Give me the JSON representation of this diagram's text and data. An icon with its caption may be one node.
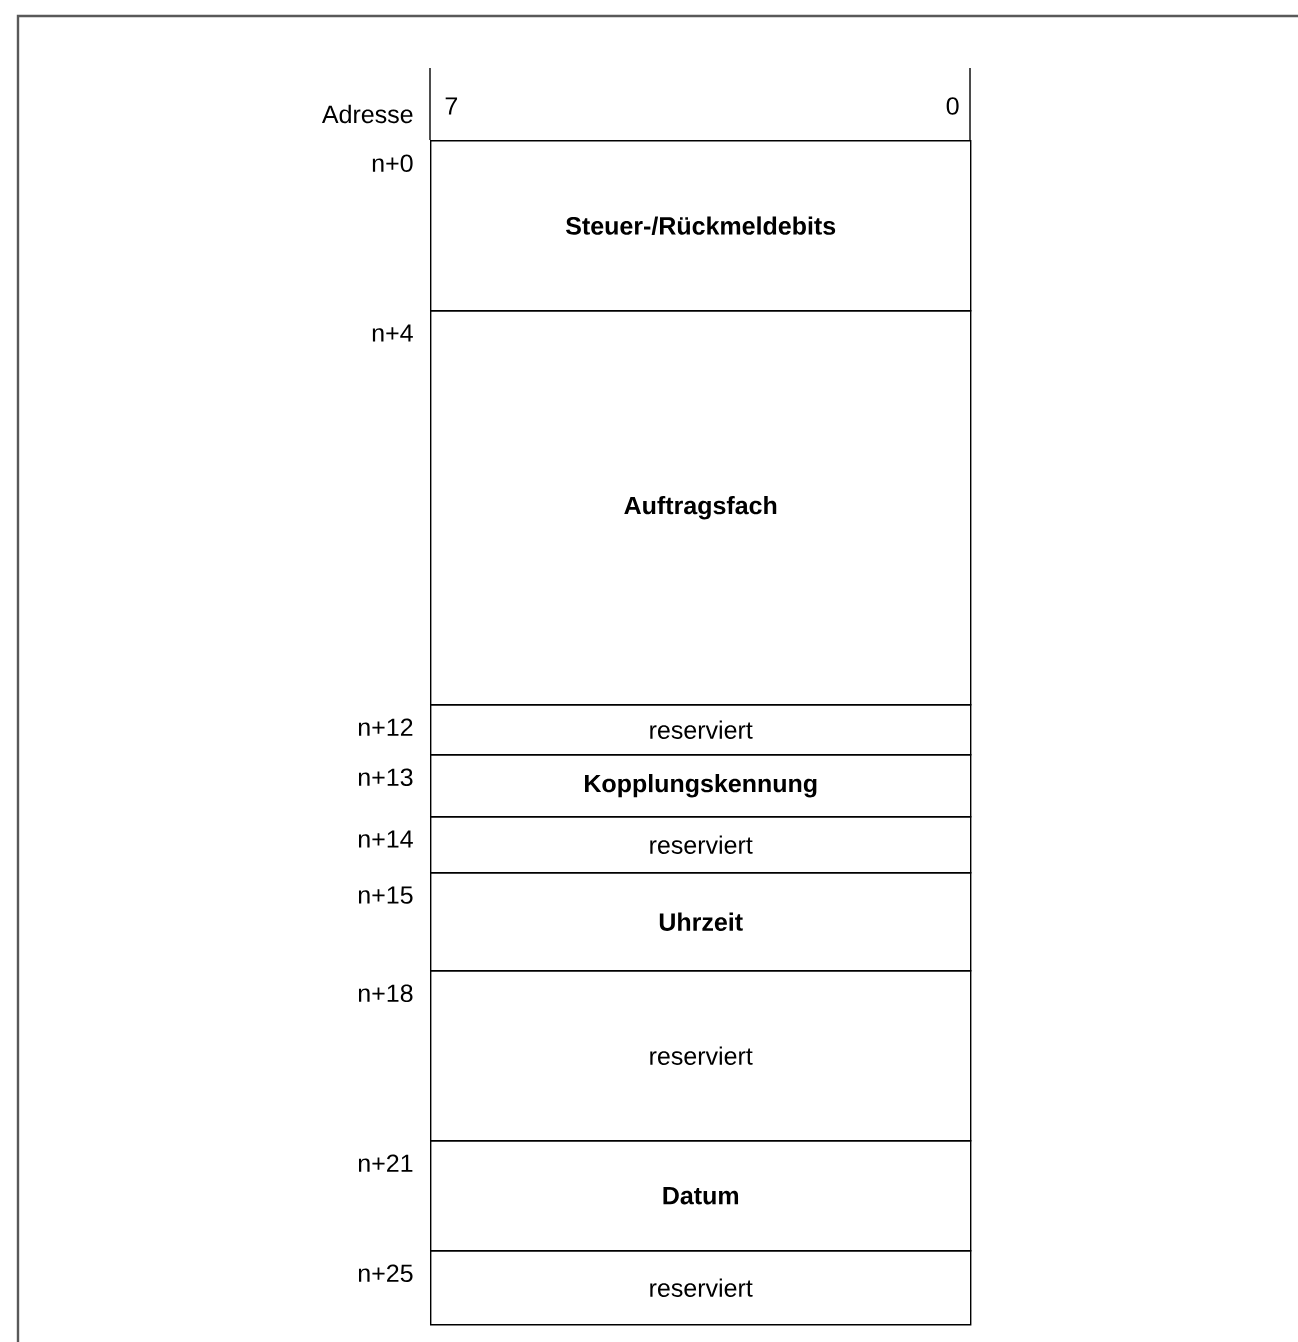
{
  "diagram": {
    "nodes": [
      {
        "text": [
          "Steuer-/Rückmeldebits"
        ],
        "beside": [
          "n+0"
        ]
      },
      {
        "text": [
          "Auftragsfach"
        ],
        "beside": [
          "n+4"
        ]
      },
      {
        "text": [
          "reserviert"
        ],
        "beside": [
          "n+12"
        ]
      },
      {
        "text": [
          "Kopplungskennung"
        ],
        "beside": [
          "n+13"
        ]
      },
      {
        "text": [
          "reserviert"
        ],
        "beside": [
          "n+14"
        ]
      },
      {
        "text": [
          "Uhrzeit"
        ],
        "beside": [
          "n+15"
        ]
      },
      {
        "text": [
          "reserviert"
        ],
        "beside": [
          "n+18"
        ]
      },
      {
        "text": [
          "Datum"
        ],
        "beside": [
          "n+21"
        ]
      },
      {
        "text": [
          "reserviert"
        ],
        "beside": [
          "n+25"
        ]
      }
    ],
    "labels": [
      "Adresse",
      "7",
      "0"
    ]
  }
}
